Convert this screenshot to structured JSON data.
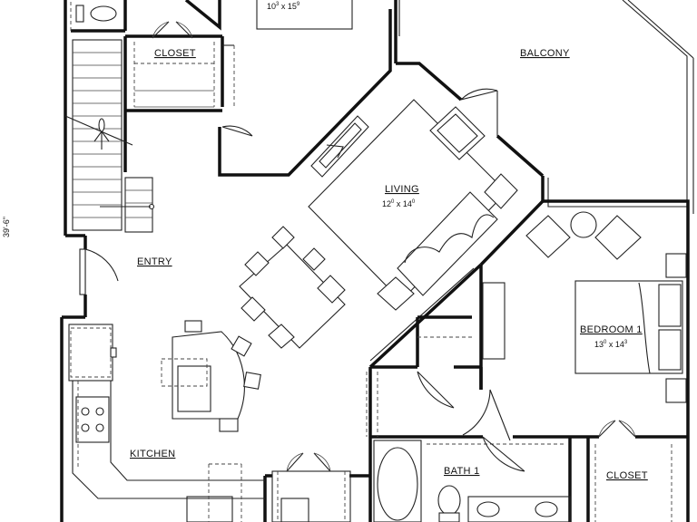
{
  "rooms": {
    "top_dim": {
      "a": "10",
      "a_sup": "3",
      "sep": "x",
      "b": "15",
      "b_sup": "9"
    },
    "closet_top": "CLOSET",
    "balcony": "BALCONY",
    "living": {
      "name": "LIVING",
      "a": "12",
      "a_sup": "0",
      "sep": "x",
      "b": "14",
      "b_sup": "0"
    },
    "entry": "ENTRY",
    "bedroom": {
      "name": "BEDROOM 1",
      "a": "13",
      "a_sup": "0",
      "sep": "x",
      "b": "14",
      "b_sup": "3"
    },
    "kitchen": "KITCHEN",
    "bath": "BATH 1",
    "closet_bottom": "CLOSET"
  },
  "dimension_left": "39'-6\""
}
